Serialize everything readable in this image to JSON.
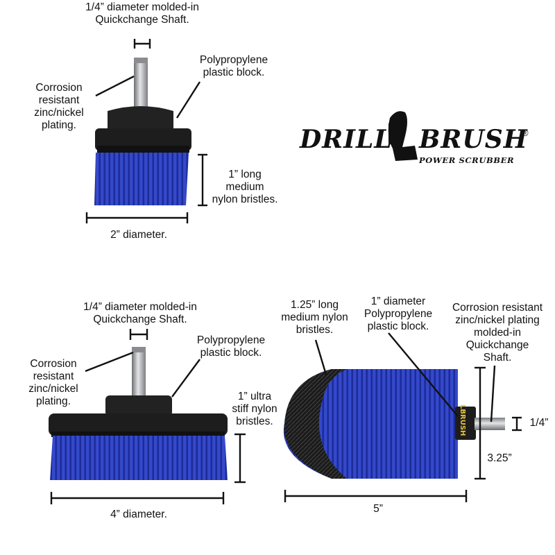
{
  "colors": {
    "bristle": "#2537b5",
    "bristle_dark": "#15207a",
    "block": "#1d1d1d",
    "shaft": "#a7a9ad",
    "accent": "#e8c43a"
  },
  "logo": {
    "word1": "DRILL",
    "word2": "BRUSH",
    "registered": "®",
    "tagline": "POWER SCRUBBER",
    "ferrule_text": "LBRUSH"
  },
  "brush_small": {
    "shaft_label": "1/4” diameter molded-in\nQuickchange Shaft.",
    "plating_label": "Corrosion\nresistant\nzinc/nickel\nplating.",
    "block_label": "Polypropylene\nplastic block.",
    "bristle_label": "1” long\nmedium\nnylon bristles.",
    "diameter_label": "2” diameter."
  },
  "brush_large": {
    "shaft_label": "1/4” diameter molded-in\nQuickchange Shaft.",
    "plating_label": "Corrosion\nresistant\nzinc/nickel\nplating.",
    "block_label": "Polypropylene\nplastic block.",
    "bristle_label": "1” ultra\nstiff nylon\nbristles.",
    "diameter_label": "4” diameter."
  },
  "brush_cone": {
    "bristle_label": "1.25” long\nmedium nylon\nbristles.",
    "block_label": "1” diameter\nPolypropylene\nplastic block.",
    "plating_label": "Corrosion resistant\nzinc/nickel plating\nmolded-in\nQuickchange\nShaft.",
    "shaft_dim_label": "1/4”",
    "height_label": "3.25”",
    "length_label": "5”"
  }
}
